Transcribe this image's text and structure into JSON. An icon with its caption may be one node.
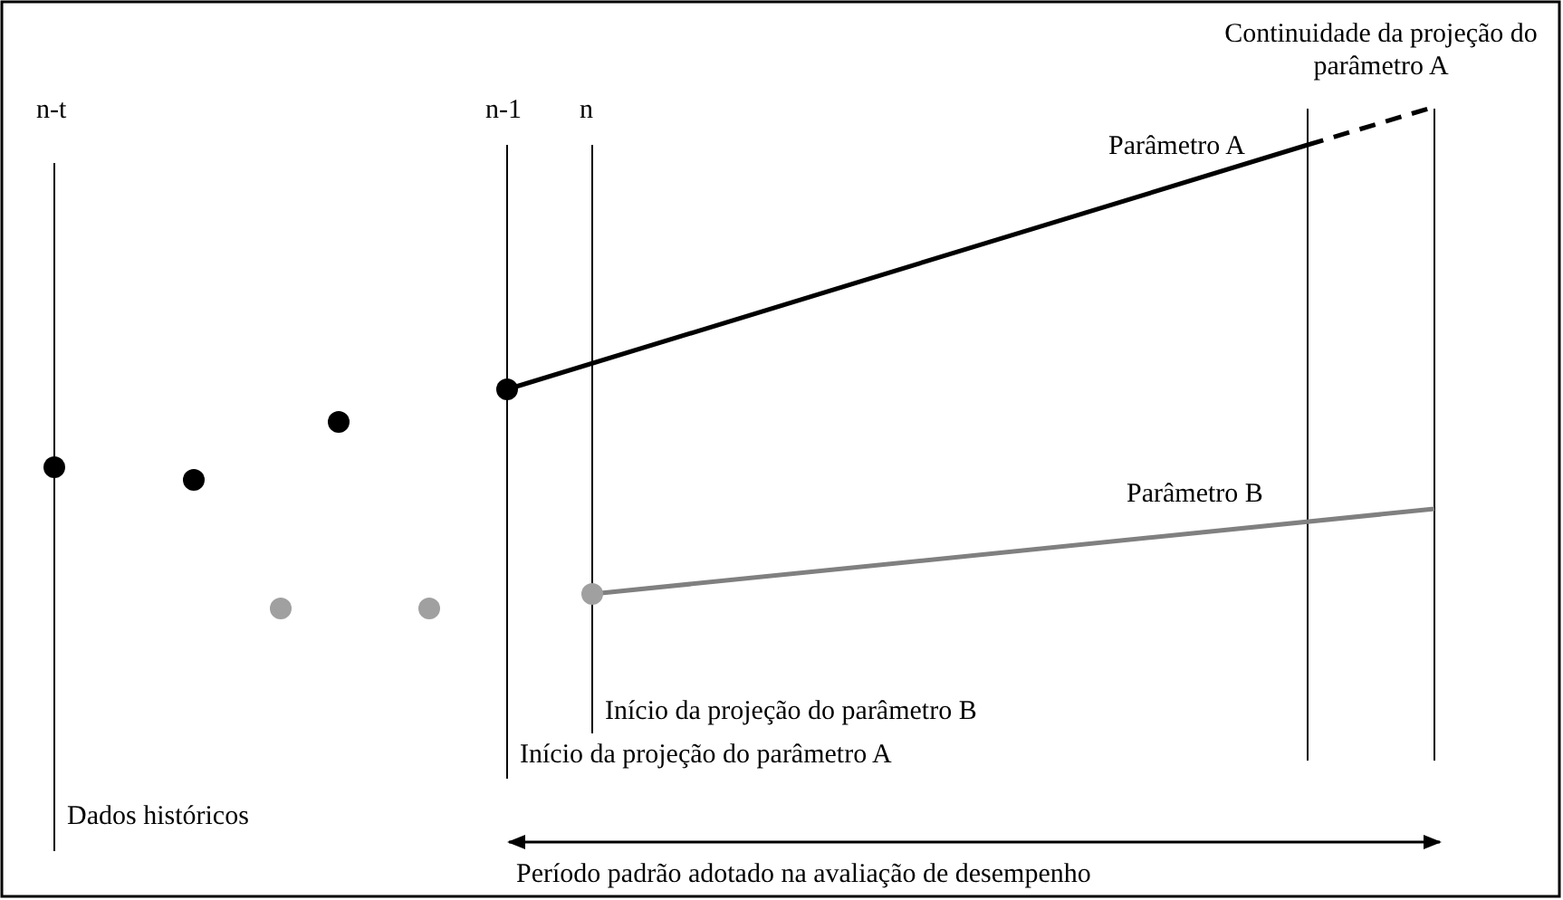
{
  "diagram": {
    "labels": [
      "Continuidade da projeção do parâmetro A",
      "n-t",
      "n-1",
      "n",
      "Parâmetro A",
      "Parâmetro B",
      "Início da projeção do parâmetro B",
      "Início da projeção do parâmetro A",
      "Dados históricos",
      "Período padrão adotado na avaliação de desempenho"
    ]
  }
}
